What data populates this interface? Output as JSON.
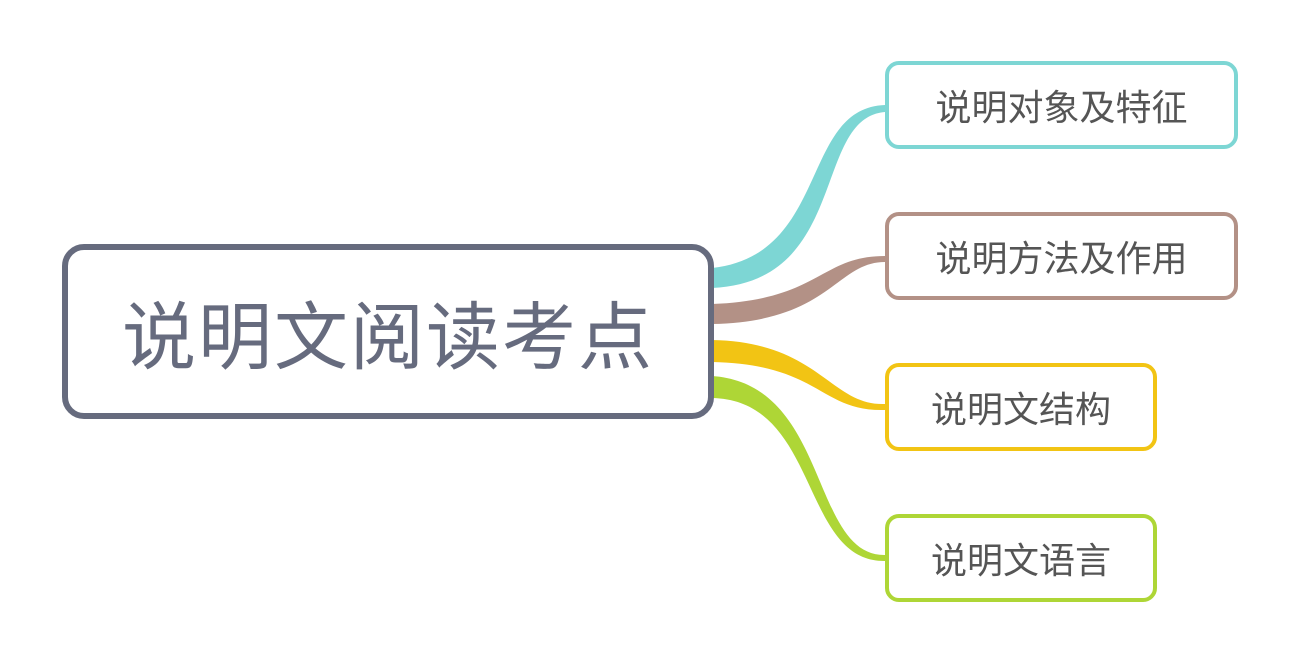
{
  "root": {
    "label": "说明文阅读考点",
    "color": "#666b7e"
  },
  "branches": [
    {
      "label": "说明对象及特征",
      "color": "#7dd6d4"
    },
    {
      "label": "说明方法及作用",
      "color": "#b39186"
    },
    {
      "label": "说明文结构",
      "color": "#f2c414"
    },
    {
      "label": "说明文语言",
      "color": "#aed636"
    }
  ]
}
